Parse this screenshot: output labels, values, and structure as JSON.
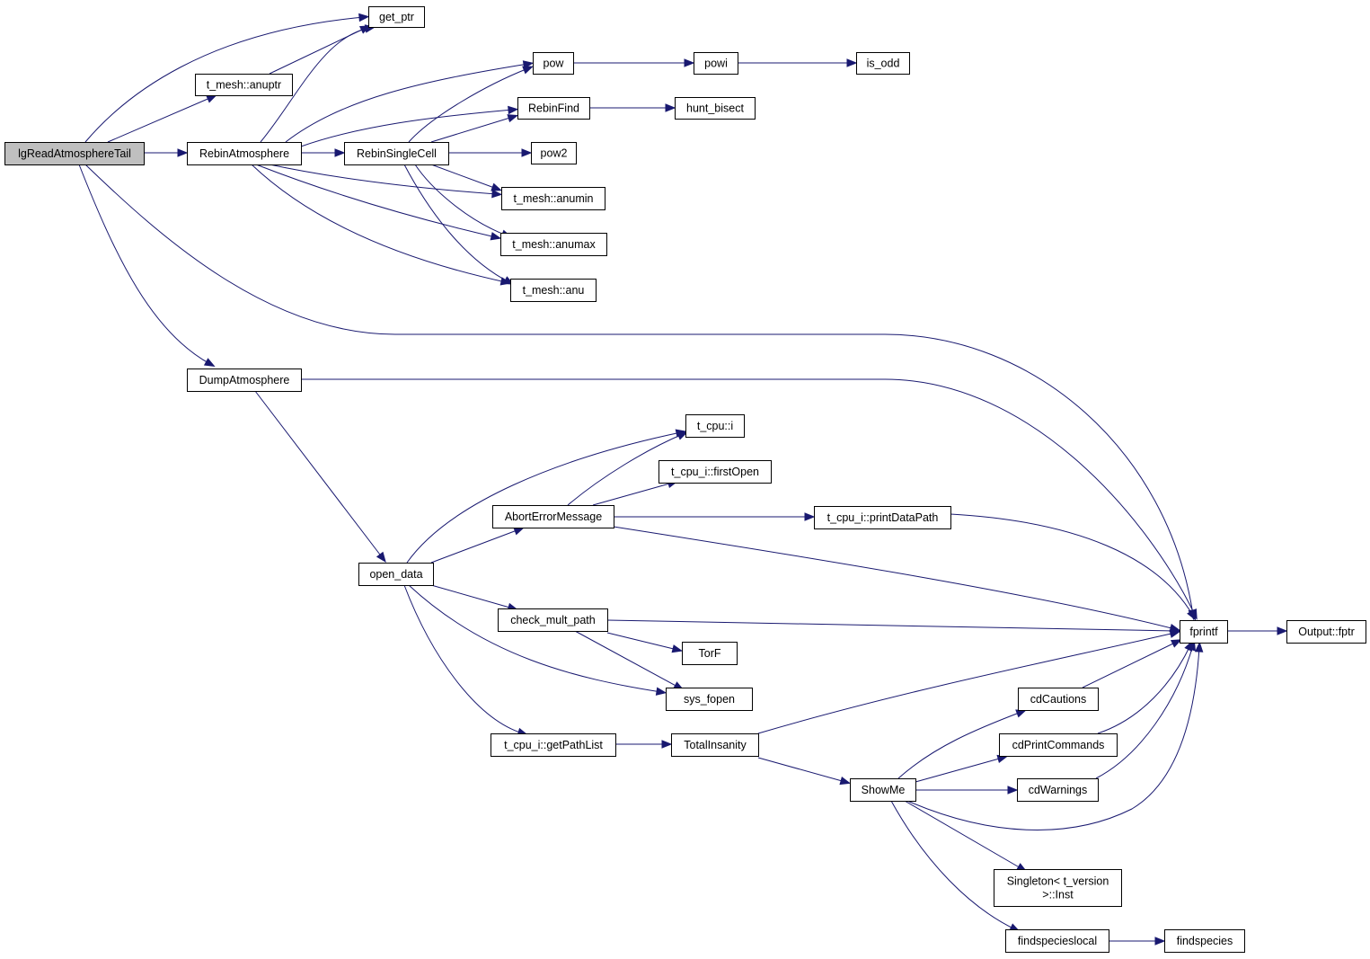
{
  "diagram": {
    "type": "call-graph",
    "colors": {
      "edge": "#191970",
      "root_fill": "#bfbfbf",
      "node_fill": "#ffffff",
      "node_border": "#000000"
    },
    "nodes": [
      {
        "id": "lgread",
        "label": [
          "lgReadAtmosphereTail"
        ],
        "root": true
      },
      {
        "id": "get_ptr",
        "label": [
          "get_ptr"
        ]
      },
      {
        "id": "anuptr",
        "label": [
          "t_mesh::anuptr"
        ]
      },
      {
        "id": "rebinatm",
        "label": [
          "RebinAtmosphere"
        ]
      },
      {
        "id": "pow",
        "label": [
          "pow"
        ]
      },
      {
        "id": "powi",
        "label": [
          "powi"
        ]
      },
      {
        "id": "is_odd",
        "label": [
          "is_odd"
        ]
      },
      {
        "id": "rebinfind",
        "label": [
          "RebinFind"
        ]
      },
      {
        "id": "hunt",
        "label": [
          "hunt_bisect"
        ]
      },
      {
        "id": "rebinsingle",
        "label": [
          "RebinSingleCell"
        ]
      },
      {
        "id": "pow2",
        "label": [
          "pow2"
        ]
      },
      {
        "id": "anumin",
        "label": [
          "t_mesh::anumin"
        ]
      },
      {
        "id": "anumax",
        "label": [
          "t_mesh::anumax"
        ]
      },
      {
        "id": "anu",
        "label": [
          "t_mesh::anu"
        ]
      },
      {
        "id": "dumpatm",
        "label": [
          "DumpAtmosphere"
        ]
      },
      {
        "id": "tcpui",
        "label": [
          "t_cpu::i"
        ]
      },
      {
        "id": "firstopen",
        "label": [
          "t_cpu_i::firstOpen"
        ]
      },
      {
        "id": "abort",
        "label": [
          "AbortErrorMessage"
        ]
      },
      {
        "id": "printdp",
        "label": [
          "t_cpu_i::printDataPath"
        ]
      },
      {
        "id": "open_data",
        "label": [
          "open_data"
        ]
      },
      {
        "id": "checkmult",
        "label": [
          "check_mult_path"
        ]
      },
      {
        "id": "fprintf",
        "label": [
          "fprintf"
        ]
      },
      {
        "id": "outfptr",
        "label": [
          "Output::fptr"
        ]
      },
      {
        "id": "torf",
        "label": [
          "TorF"
        ]
      },
      {
        "id": "sysfopen",
        "label": [
          "sys_fopen"
        ]
      },
      {
        "id": "cdcautions",
        "label": [
          "cdCautions"
        ]
      },
      {
        "id": "getpathlist",
        "label": [
          "t_cpu_i::getPathList"
        ]
      },
      {
        "id": "totalins",
        "label": [
          "TotalInsanity"
        ]
      },
      {
        "id": "cdprintcmd",
        "label": [
          "cdPrintCommands"
        ]
      },
      {
        "id": "showme",
        "label": [
          "ShowMe"
        ]
      },
      {
        "id": "cdwarnings",
        "label": [
          "cdWarnings"
        ]
      },
      {
        "id": "singleton",
        "label": [
          "Singleton< t_version",
          ">::Inst"
        ]
      },
      {
        "id": "findspl",
        "label": [
          "findspecieslocal"
        ]
      },
      {
        "id": "findsp",
        "label": [
          "findspecies"
        ]
      }
    ],
    "edges": [
      {
        "from": "lgread",
        "to": "get_ptr"
      },
      {
        "from": "lgread",
        "to": "anuptr"
      },
      {
        "from": "lgread",
        "to": "rebinatm"
      },
      {
        "from": "lgread",
        "to": "fprintf"
      },
      {
        "from": "lgread",
        "to": "dumpatm"
      },
      {
        "from": "anuptr",
        "to": "get_ptr"
      },
      {
        "from": "rebinatm",
        "to": "get_ptr"
      },
      {
        "from": "rebinatm",
        "to": "pow"
      },
      {
        "from": "rebinatm",
        "to": "rebinfind"
      },
      {
        "from": "rebinatm",
        "to": "rebinsingle"
      },
      {
        "from": "rebinatm",
        "to": "anumin"
      },
      {
        "from": "rebinatm",
        "to": "anumax"
      },
      {
        "from": "rebinatm",
        "to": "anu"
      },
      {
        "from": "pow",
        "to": "powi"
      },
      {
        "from": "powi",
        "to": "is_odd"
      },
      {
        "from": "rebinfind",
        "to": "hunt"
      },
      {
        "from": "rebinsingle",
        "to": "pow"
      },
      {
        "from": "rebinsingle",
        "to": "rebinfind"
      },
      {
        "from": "rebinsingle",
        "to": "pow2"
      },
      {
        "from": "rebinsingle",
        "to": "anumin"
      },
      {
        "from": "rebinsingle",
        "to": "anumax"
      },
      {
        "from": "rebinsingle",
        "to": "anu"
      },
      {
        "from": "dumpatm",
        "to": "fprintf"
      },
      {
        "from": "dumpatm",
        "to": "open_data"
      },
      {
        "from": "open_data",
        "to": "tcpui"
      },
      {
        "from": "open_data",
        "to": "abort"
      },
      {
        "from": "open_data",
        "to": "checkmult"
      },
      {
        "from": "open_data",
        "to": "sysfopen"
      },
      {
        "from": "open_data",
        "to": "getpathlist"
      },
      {
        "from": "abort",
        "to": "tcpui"
      },
      {
        "from": "abort",
        "to": "firstopen"
      },
      {
        "from": "abort",
        "to": "printdp"
      },
      {
        "from": "abort",
        "to": "fprintf"
      },
      {
        "from": "printdp",
        "to": "fprintf"
      },
      {
        "from": "checkmult",
        "to": "fprintf"
      },
      {
        "from": "checkmult",
        "to": "torf"
      },
      {
        "from": "checkmult",
        "to": "sysfopen"
      },
      {
        "from": "fprintf",
        "to": "outfptr"
      },
      {
        "from": "getpathlist",
        "to": "totalins"
      },
      {
        "from": "totalins",
        "to": "fprintf"
      },
      {
        "from": "totalins",
        "to": "showme"
      },
      {
        "from": "showme",
        "to": "cdcautions"
      },
      {
        "from": "showme",
        "to": "cdprintcmd"
      },
      {
        "from": "showme",
        "to": "cdwarnings"
      },
      {
        "from": "showme",
        "to": "fprintf"
      },
      {
        "from": "showme",
        "to": "singleton"
      },
      {
        "from": "showme",
        "to": "findspl"
      },
      {
        "from": "cdcautions",
        "to": "fprintf"
      },
      {
        "from": "cdprintcmd",
        "to": "fprintf"
      },
      {
        "from": "cdwarnings",
        "to": "fprintf"
      },
      {
        "from": "findspl",
        "to": "findsp"
      }
    ]
  }
}
